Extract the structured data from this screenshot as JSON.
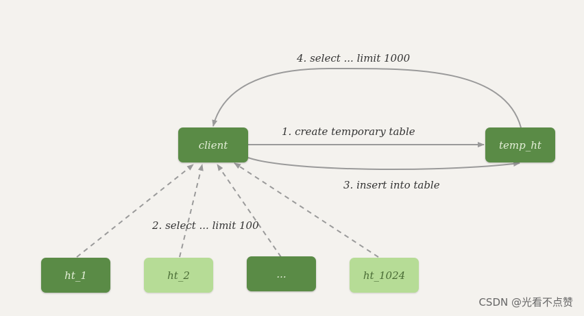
{
  "nodes": {
    "client": "client",
    "temp_ht": "temp_ht",
    "ht_1": "ht_1",
    "ht_2": "ht_2",
    "ellipsis": "...",
    "ht_1024": "ht_1024"
  },
  "edges": {
    "step1": "1. create temporary table",
    "step2": "2. select ... limit 100",
    "step3": "3. insert into table",
    "step4": "4. select ... limit 1000"
  },
  "watermark": "CSDN @光看不点赞",
  "colors": {
    "background": "#f4f2ee",
    "node_dark": "#5a8b46",
    "node_light": "#b6dc96",
    "arrow": "#9a9a9a"
  }
}
